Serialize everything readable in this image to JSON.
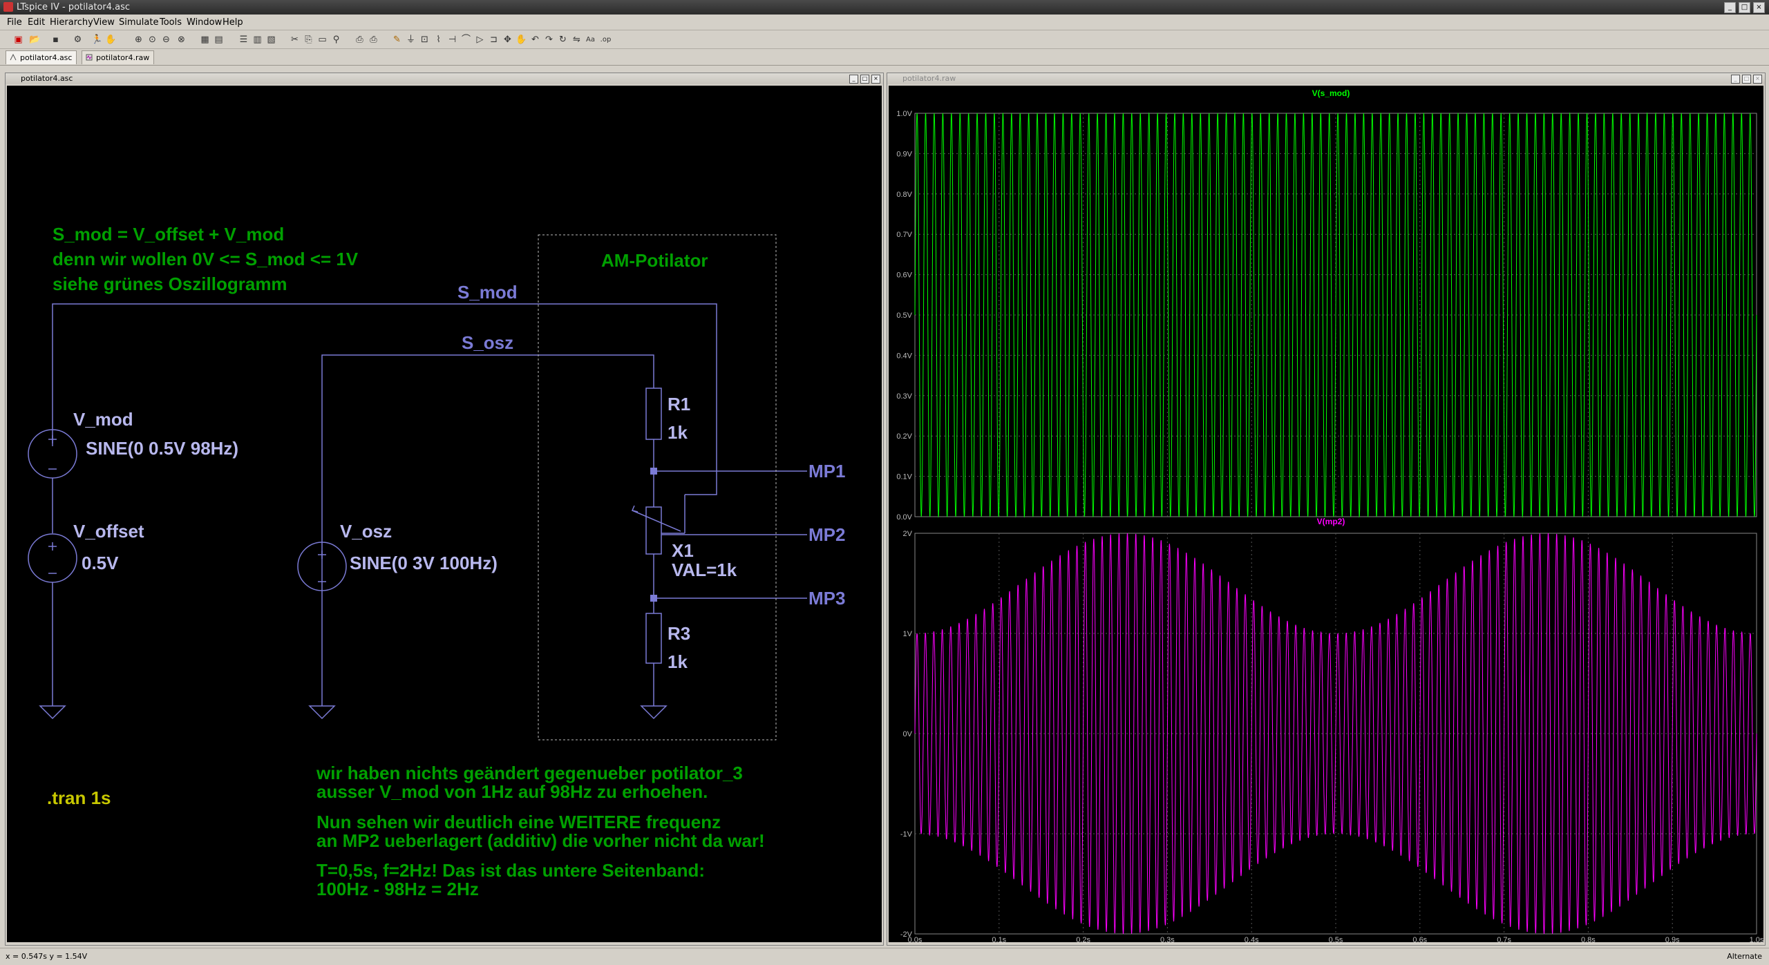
{
  "app": {
    "title": "LTspice IV - potilator4.asc"
  },
  "menu": [
    "File",
    "Edit",
    "Hierarchy",
    "View",
    "Simulate",
    "Tools",
    "Window",
    "Help"
  ],
  "tabs": [
    {
      "label": "potilator4.asc"
    },
    {
      "label": "potilator4.raw"
    }
  ],
  "schematic": {
    "window_title": "potilator4.asc",
    "comment1": [
      "S_mod = V_offset + V_mod",
      "denn wir wollen 0V <= S_mod <= 1V",
      "siehe grünes Oszillogramm"
    ],
    "box_label": "AM-Potilator",
    "net_smod": "S_mod",
    "net_sosz": "S_osz",
    "vmod": {
      "name": "V_mod",
      "value": "SINE(0 0.5V 98Hz)"
    },
    "voffset": {
      "name": "V_offset",
      "value": "0.5V"
    },
    "vosz": {
      "name": "V_osz",
      "value": "SINE(0 3V 100Hz)"
    },
    "r1": {
      "name": "R1",
      "value": "1k"
    },
    "x1": {
      "name": "X1",
      "value": "VAL=1k"
    },
    "r3": {
      "name": "R3",
      "value": "1k"
    },
    "mp1": "MP1",
    "mp2": "MP2",
    "mp3": "MP3",
    "tran": ".tran 1s",
    "comment2": [
      "wir haben nichts geändert gegenueber potilator_3",
      "ausser V_mod von 1Hz auf 98Hz zu erhoehen."
    ],
    "comment3": [
      "Nun sehen wir deutlich eine WEITERE frequenz",
      "an MP2 ueberlagert (additiv) die vorher nicht da war!"
    ],
    "comment4": [
      "T=0,5s, f=2Hz! Das ist das untere Seitenband:",
      "100Hz - 98Hz = 2Hz"
    ]
  },
  "waveform": {
    "window_title": "potilator4.raw",
    "plot1": {
      "trace": "V(s_mod)",
      "color": "#00ff00",
      "yticks": [
        "1.0V",
        "0.9V",
        "0.8V",
        "0.7V",
        "0.6V",
        "0.5V",
        "0.4V",
        "0.3V",
        "0.2V",
        "0.1V",
        "0.0V"
      ]
    },
    "plot2": {
      "trace": "V(mp2)",
      "color": "#ff00ff",
      "yticks": [
        "2V",
        "1V",
        "0V",
        "-1V",
        "-2V"
      ]
    },
    "xticks": [
      "0.0s",
      "0.1s",
      "0.2s",
      "0.3s",
      "0.4s",
      "0.5s",
      "0.6s",
      "0.7s",
      "0.8s",
      "0.9s",
      "1.0s"
    ]
  },
  "status": {
    "coords": "x = 0.547s   y = 1.54V",
    "mode": "Alternate"
  },
  "chart_data": [
    {
      "type": "line",
      "title": "V(s_mod)",
      "x_range": [
        0,
        1
      ],
      "ylim": [
        0,
        1
      ],
      "series": [
        {
          "name": "V(s_mod)",
          "color": "#00ff00",
          "formula": "0.5 + 0.5*sin(2*pi*98*t)"
        }
      ]
    },
    {
      "type": "line",
      "title": "V(mp2)",
      "x_range": [
        0,
        1
      ],
      "ylim": [
        -2,
        2
      ],
      "series": [
        {
          "name": "V(mp2)",
          "color": "#ff00ff",
          "envelope_min": [
            1,
            1.97
          ],
          "envelope_frequency_hz": 2,
          "carrier_frequency_hz": 100
        }
      ]
    }
  ]
}
